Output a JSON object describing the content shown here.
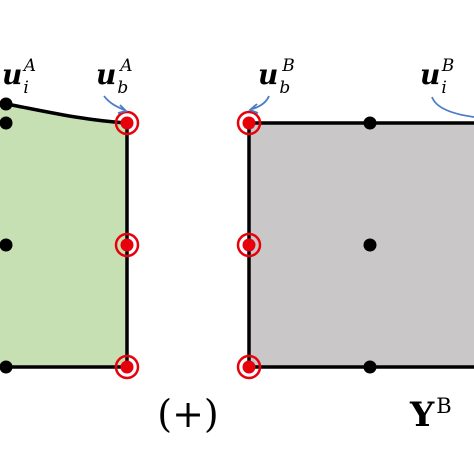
{
  "labels": {
    "left_interior": {
      "base": "u",
      "sub": "i",
      "sup": "A"
    },
    "left_boundary": {
      "base": "u",
      "sub": "b",
      "sup": "A"
    },
    "right_boundary": {
      "base": "u",
      "sub": "b",
      "sup": "B"
    },
    "right_interior": {
      "base": "u",
      "sub": "i",
      "sup": "B"
    },
    "assembly_operator": "(+)",
    "domain_right": {
      "base": "Y",
      "sup": "B"
    }
  },
  "colors": {
    "left_fill": "#c6e0b4",
    "right_fill": "#c9c7c8",
    "outline": "#000000",
    "boundary_node": "#e8000b",
    "arrow": "#4a7bc8"
  }
}
